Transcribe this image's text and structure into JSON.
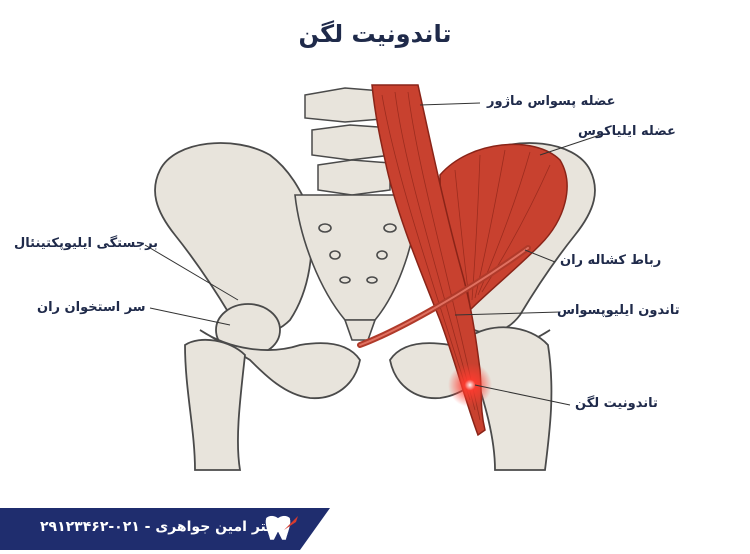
{
  "title": "تاندونیت لگن",
  "labels": {
    "psoas_major": "عضله پسواس ماژور",
    "iliacus": "عضله ایلیاکوس",
    "inguinal_ligament": "رباط کشاله ران",
    "iliopsoas_tendon": "تاندون ایلیوپسواس",
    "hip_tendinitis": "تاندونیت لگن",
    "iliopectineal_eminence": "برجستگی ایلیوپکتینئال",
    "femoral_head": "سر استخوان ران"
  },
  "footer": {
    "text": "دکتر امین جواهری - ۰۲۱-۲۹۱۲۳۴۶۲"
  },
  "colors": {
    "bone": "#e8e4dc",
    "bone_outline": "#4a4a4a",
    "muscle": "#c8412f",
    "footer_bg": "#1f2d6e",
    "title": "#1f2a4a",
    "highlight": "#ff3b2f"
  },
  "icons": {
    "logo": "tooth-logo-icon"
  }
}
